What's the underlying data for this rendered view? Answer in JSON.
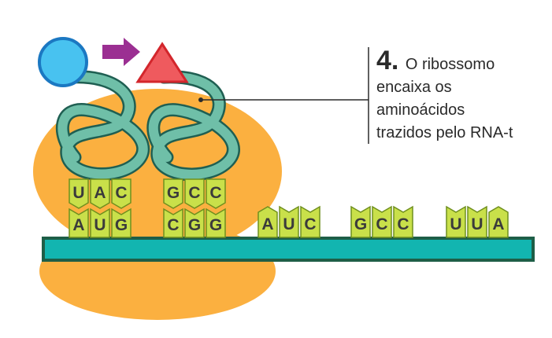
{
  "step": {
    "number": "4",
    "text_lines": [
      "O ribossomo",
      "encaixa os",
      "aminoácidos",
      "trazidos pelo RNA-t"
    ]
  },
  "trna_left": {
    "anticodon": [
      "U",
      "A",
      "C"
    ],
    "codon": [
      "A",
      "U",
      "G"
    ]
  },
  "trna_right": {
    "anticodon": [
      "G",
      "C",
      "C"
    ],
    "codon": [
      "C",
      "G",
      "G"
    ]
  },
  "mrna_codons": [
    [
      "A",
      "U",
      "C"
    ],
    [
      "G",
      "C",
      "C"
    ],
    [
      "U",
      "U",
      "A"
    ]
  ],
  "colors": {
    "ribosome": "#fbb040",
    "mrna": "#12b5b0",
    "mrna_border": "#1e5e47",
    "trna": "#6fbfa8",
    "trna_border": "#1f5f52",
    "base": "#c9e04a",
    "base_border": "#6f8f1e",
    "amino_circle": "#48c2f0",
    "amino_triangle": "#ef5a5e",
    "arrow": "#9b2f92"
  }
}
